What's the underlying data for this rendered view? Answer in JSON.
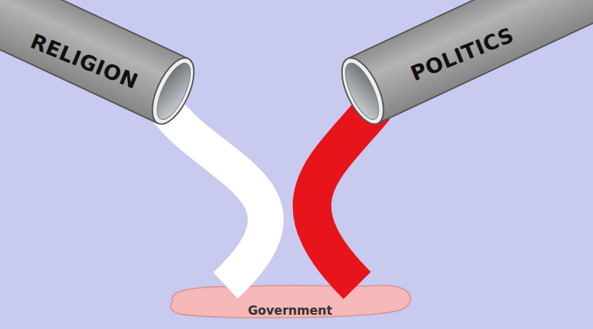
{
  "diagram": {
    "nodes": [
      {
        "text": [
          "RELIGION"
        ]
      },
      {
        "text": [
          "POLITICS"
        ]
      },
      {
        "text": [
          "Government"
        ]
      }
    ],
    "edges": [
      {
        "from": 0,
        "to": 2,
        "arrow": "none"
      },
      {
        "from": 1,
        "to": 2,
        "arrow": "none"
      }
    ]
  }
}
